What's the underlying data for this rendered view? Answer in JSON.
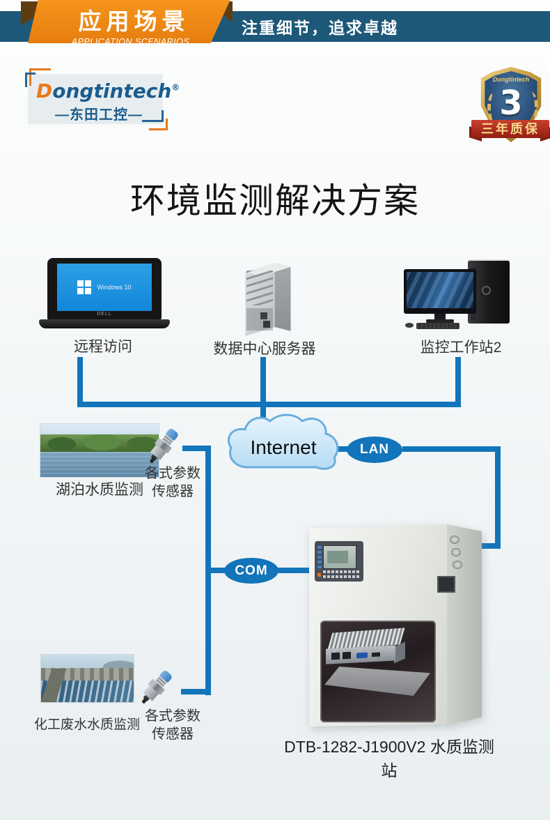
{
  "header": {
    "banner_title": "应用场景",
    "banner_subtitle": "APPLICATION SCENARIOS",
    "tagline": "注重细节，追求卓越"
  },
  "brand": {
    "logo_first": "D",
    "logo_rest": "ongtintech",
    "logo_reg": "®",
    "logo_cn": "—东田工控—"
  },
  "badge": {
    "brand": "Dongtintech",
    "number": "3",
    "ribbon": "三年质保"
  },
  "page_title": "环境监测解决方案",
  "diagram": {
    "laptop": {
      "label": "远程访问",
      "os": "Windows 10",
      "brand": "DELL"
    },
    "server": {
      "label": "数据中心服务器"
    },
    "workstation": {
      "label": "监控工作站2"
    },
    "internet_label": "Internet",
    "lan_label": "LAN",
    "com_label": "COM",
    "lake": {
      "label": "湖泊水质监测"
    },
    "sensor_top": {
      "line1": "各式参数",
      "line2": "传感器"
    },
    "wastewater": {
      "label": "化工废水水质监测"
    },
    "sensor_bottom": {
      "line1": "各式参数",
      "line2": "传感器"
    },
    "station_caption": "DTB-1282-J1900V2 水质监测站"
  },
  "colors": {
    "header_blue": "#1d5878",
    "banner_orange": "#ef8816",
    "line_blue": "#1274ba",
    "cloud_fill": "#cde7f8",
    "cloud_border": "#6aadde",
    "logo_blue": "#1b5c8e",
    "logo_orange": "#e87a1c",
    "ribbon_red": "#b02a1a",
    "badge_gold": "#d8b05a",
    "windows_blue": "#1489d8"
  }
}
